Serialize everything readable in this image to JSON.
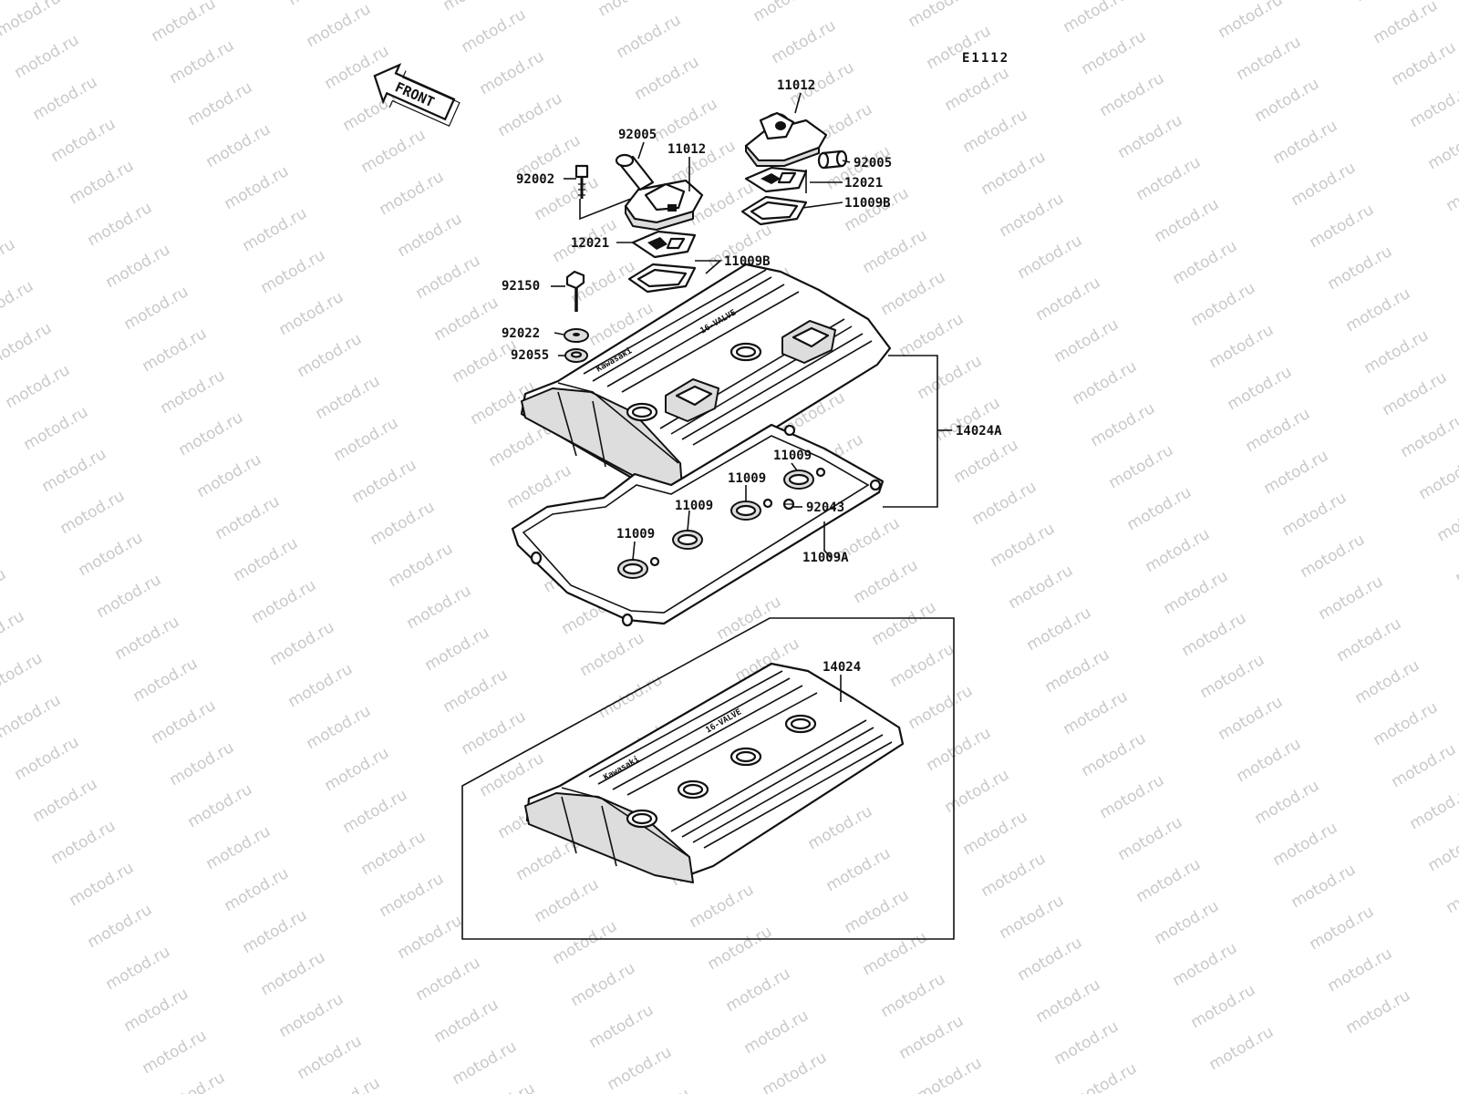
{
  "diagram": {
    "code": "E1112",
    "front_label": "FRONT",
    "watermark": "motod.ru",
    "cover_text": [
      "Kawasaki",
      "16-VALVE"
    ],
    "parts": [
      {
        "id": "p-11012-r",
        "number": "11012"
      },
      {
        "id": "p-92005-l",
        "number": "92005"
      },
      {
        "id": "p-11012-l",
        "number": "11012"
      },
      {
        "id": "p-92005-r",
        "number": "92005"
      },
      {
        "id": "p-92002",
        "number": "92002"
      },
      {
        "id": "p-12021-r",
        "number": "12021"
      },
      {
        "id": "p-11009b-r",
        "number": "11009B"
      },
      {
        "id": "p-12021-l",
        "number": "12021"
      },
      {
        "id": "p-11009b-l",
        "number": "11009B"
      },
      {
        "id": "p-92150",
        "number": "92150"
      },
      {
        "id": "p-92022",
        "number": "92022"
      },
      {
        "id": "p-92055",
        "number": "92055"
      },
      {
        "id": "p-14024a",
        "number": "14024A"
      },
      {
        "id": "p-11009-1",
        "number": "11009"
      },
      {
        "id": "p-11009-2",
        "number": "11009"
      },
      {
        "id": "p-11009-3",
        "number": "11009"
      },
      {
        "id": "p-11009-4",
        "number": "11009"
      },
      {
        "id": "p-92043",
        "number": "92043"
      },
      {
        "id": "p-11009a",
        "number": "11009A"
      },
      {
        "id": "p-14024",
        "number": "14024"
      }
    ]
  }
}
